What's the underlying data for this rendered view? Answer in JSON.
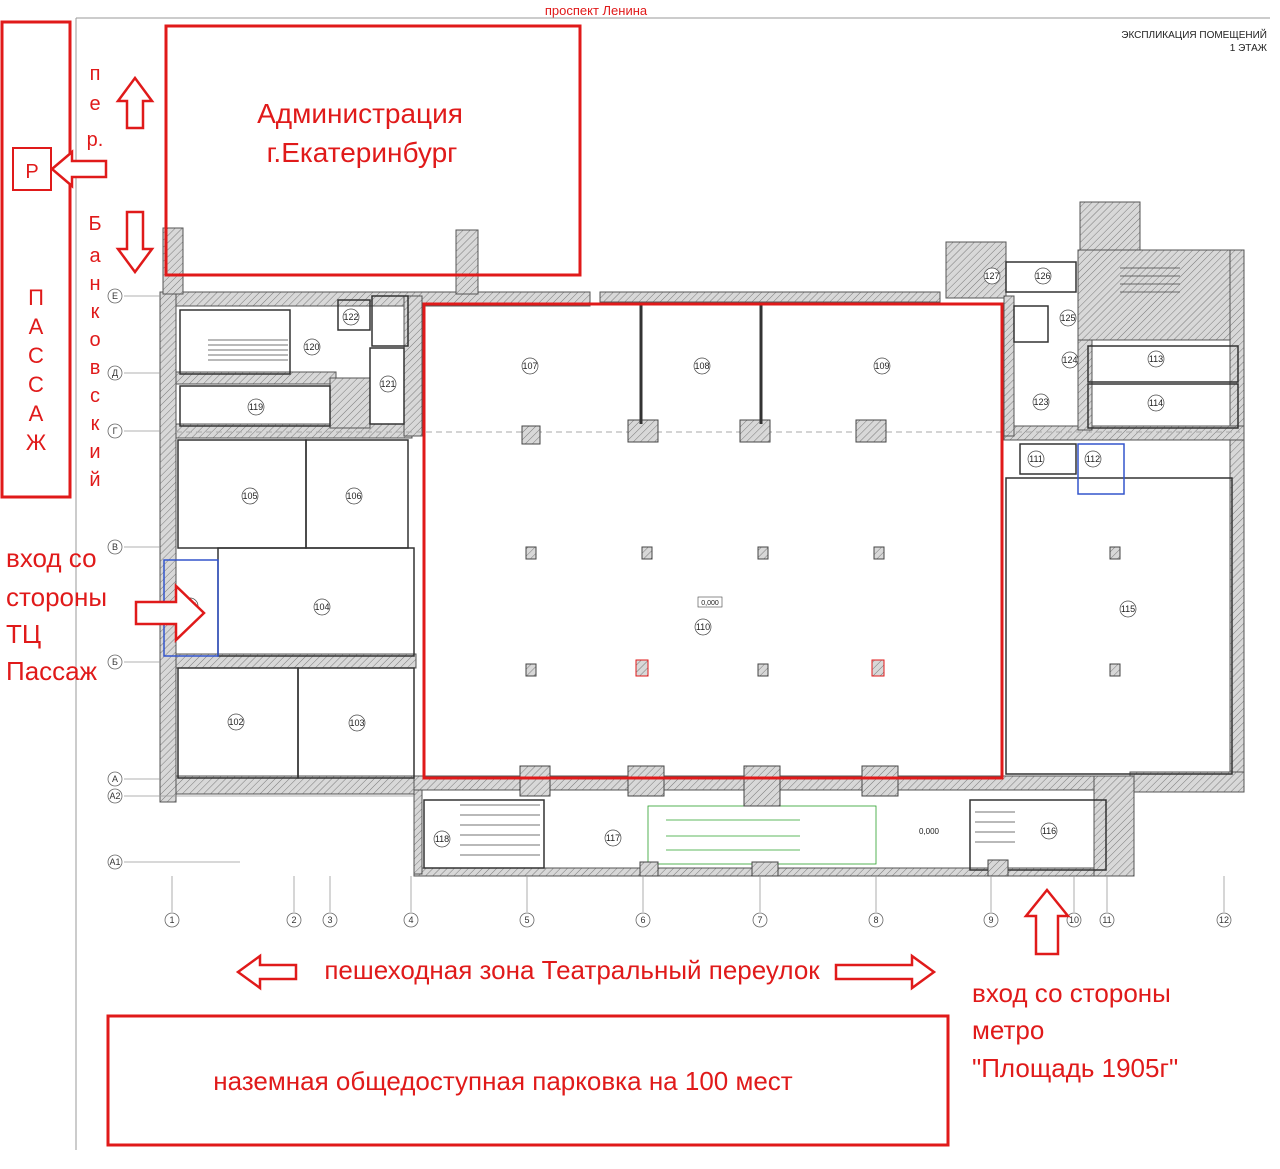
{
  "street_top": "проспект Ленина",
  "explication": {
    "line1": "ЭКСПЛИКАЦИЯ ПОМЕЩЕНИЙ",
    "line2": "1 ЭТАЖ"
  },
  "administration": {
    "line1": "Администрация",
    "line2": "г.Екатеринбург"
  },
  "passage_vertical": [
    "П",
    "А",
    "С",
    "С",
    "А",
    "Ж"
  ],
  "parking_sign": "Р",
  "lane_vertical": [
    "п",
    "е",
    "р.",
    "Б",
    "а",
    "н",
    "к",
    "о",
    "в",
    "с",
    "к",
    "и",
    "й"
  ],
  "entrance_passage": {
    "line1": "вход со",
    "line2": "стороны",
    "line3": "ТЦ",
    "line4": "Пассаж"
  },
  "pedestrian_zone": "пешеходная зона Театральный переулок",
  "entrance_metro": {
    "line1": "вход со стороны",
    "line2": "метро",
    "line3": "\"Площадь 1905г\""
  },
  "parking_box": "наземная общедоступная парковка на 100 мест",
  "row_axes": [
    "Е",
    "Д",
    "Г",
    "В",
    "Б",
    "А",
    "А2",
    "А1"
  ],
  "col_axes": [
    "1",
    "2",
    "3",
    "4",
    "5",
    "6",
    "7",
    "8",
    "9",
    "10",
    "11",
    "12"
  ],
  "rooms": [
    "101",
    "102",
    "103",
    "104",
    "105",
    "106",
    "107",
    "108",
    "109",
    "110",
    "111",
    "112",
    "113",
    "114",
    "115",
    "116",
    "117",
    "118",
    "119",
    "120",
    "121",
    "122",
    "123",
    "124",
    "125",
    "126",
    "127"
  ],
  "level_mark_1": "0,000",
  "level_mark_2": "0,000",
  "colors": {
    "accent_red": "#e01a1a",
    "wall": "#555555",
    "hatch": "#8a8a8a"
  }
}
